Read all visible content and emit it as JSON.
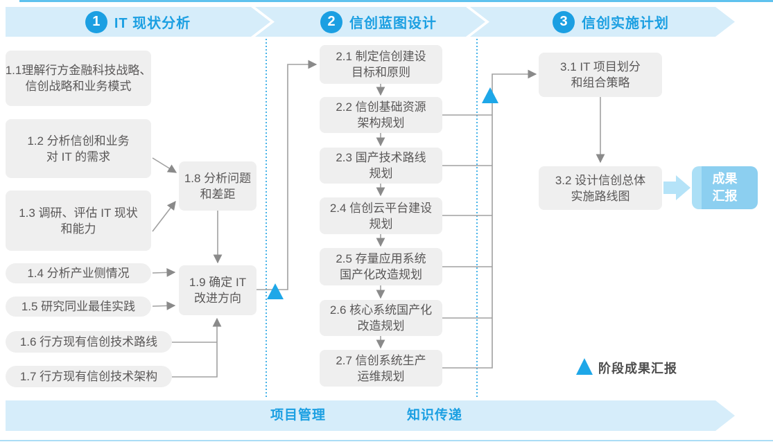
{
  "header": {
    "phases": [
      {
        "number": "1",
        "title": "IT 现状分析"
      },
      {
        "number": "2",
        "title": "信创蓝图设计"
      },
      {
        "number": "3",
        "title": "信创实施计划"
      }
    ]
  },
  "phase1": {
    "s11": [
      "1.1理解行方金融科技战略、",
      "信创战略和业务模式"
    ],
    "s12": [
      "1.2 分析信创和业务",
      "对 IT 的需求"
    ],
    "s13": [
      "1.3 调研、评估 IT 现状",
      "和能力"
    ],
    "s14": "1.4 分析产业侧情况",
    "s15": "1.5 研究同业最佳实践",
    "s16": "1.6 行方现有信创技术路线",
    "s17": "1.7 行方现有信创技术架构",
    "s18": [
      "1.8 分析问题",
      "和差距"
    ],
    "s19": [
      "1.9 确定 IT",
      "改进方向"
    ]
  },
  "phase2": {
    "s21": [
      "2.1 制定信创建设",
      "目标和原则"
    ],
    "s22": [
      "2.2 信创基础资源",
      "架构规划"
    ],
    "s23": [
      "2.3 国产技术路线",
      "规划"
    ],
    "s24": [
      "2.4 信创云平台建设",
      "规划"
    ],
    "s25": [
      "2.5 存量应用系统",
      "国产化改造规划"
    ],
    "s26": [
      "2.6 核心系统国产化",
      "改造规划"
    ],
    "s27": [
      "2.7 信创系统生产",
      "运维规划"
    ]
  },
  "phase3": {
    "s31": [
      "3.1 IT 项目划分",
      "和组合策略"
    ],
    "s32": [
      "3.2 设计信创总体",
      "实施路线图"
    ],
    "result": [
      "成果",
      "汇报"
    ]
  },
  "legend": {
    "label": "阶段成果汇报"
  },
  "footer": {
    "project_management": "项目管理",
    "knowledge_transfer": "知识传递"
  },
  "colors": {
    "accent_blue": "#1b9fe2",
    "band_blue": "#d6edfa",
    "triangle_blue": "#1ea7e8",
    "node_gray": "#efefef",
    "node_text": "#595757",
    "connector_gray": "#a0a0a0",
    "result_blue": "#8ccff0"
  }
}
